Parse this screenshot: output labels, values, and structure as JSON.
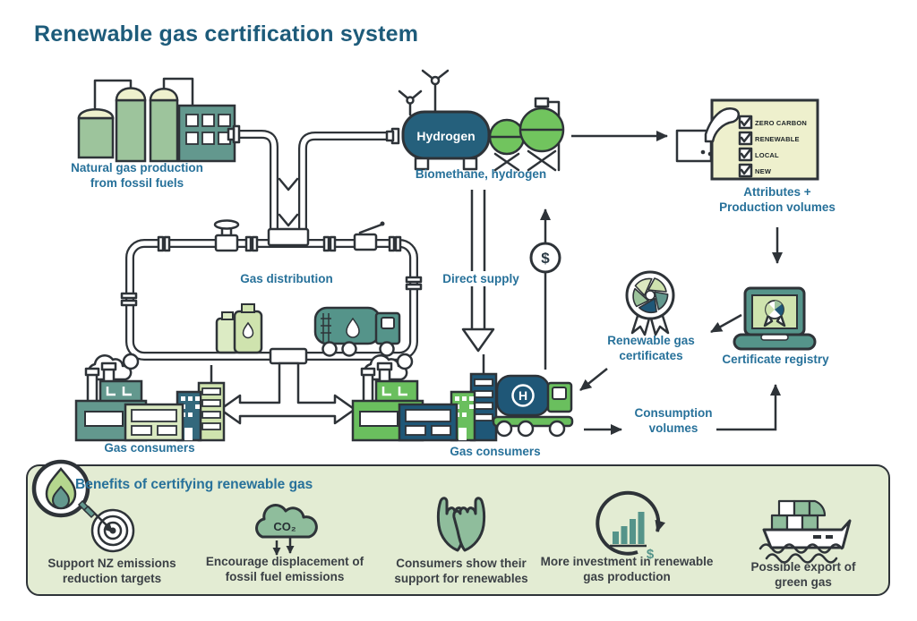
{
  "title": "Renewable gas certification system",
  "colors": {
    "title_teal": "#1d5b7a",
    "label_teal": "#27719a",
    "outline": "#2e3338",
    "bright_green": "#6abf5e",
    "sphere_green": "#71c45e",
    "sage": "#9dc49c",
    "light_green": "#cfe3ae",
    "teal_fill": "#55948a",
    "dark_blue": "#1f5777",
    "hydrogen_navy": "#25607c",
    "card_yellow": "#eef0cd",
    "band_green": "#e3ecd3",
    "benefit_green": "#8fbd9c"
  },
  "diagram": {
    "natural_gas_label": "Natural gas production\nfrom fossil fuels",
    "hydrogen_tank_label": "Hydrogen",
    "biomethane_label": "Biomethane, hydrogen",
    "attributes_label": "Attributes +\nProduction volumes",
    "checklist": [
      "ZERO CARBON",
      "RENEWABLE",
      "LOCAL",
      "NEW"
    ],
    "gas_distribution_label": "Gas distribution",
    "direct_supply_label": "Direct supply",
    "money_symbol": "$",
    "certificates_label": "Renewable gas\ncertificates",
    "registry_label": "Certificate registry",
    "consumers_left_label": "Gas consumers",
    "consumers_right_label": "Gas consumers",
    "truck_letter": "H",
    "consumption_label": "Consumption\nvolumes"
  },
  "benefits": {
    "heading": "Benefits of certifying renewable gas",
    "items": [
      {
        "icon": "target-icon",
        "label": "Support NZ emissions\nreduction targets"
      },
      {
        "icon": "co2-cloud-icon",
        "badge_text": "CO₂",
        "label": "Encourage displacement of\nfossil fuel emissions"
      },
      {
        "icon": "hands-icon",
        "label": "Consumers show their\nsupport for renewables"
      },
      {
        "icon": "investment-icon",
        "badge_text": "$",
        "label": "More investment in renewable\ngas production"
      },
      {
        "icon": "ship-icon",
        "label": "Possible export of\ngreen gas"
      }
    ]
  }
}
